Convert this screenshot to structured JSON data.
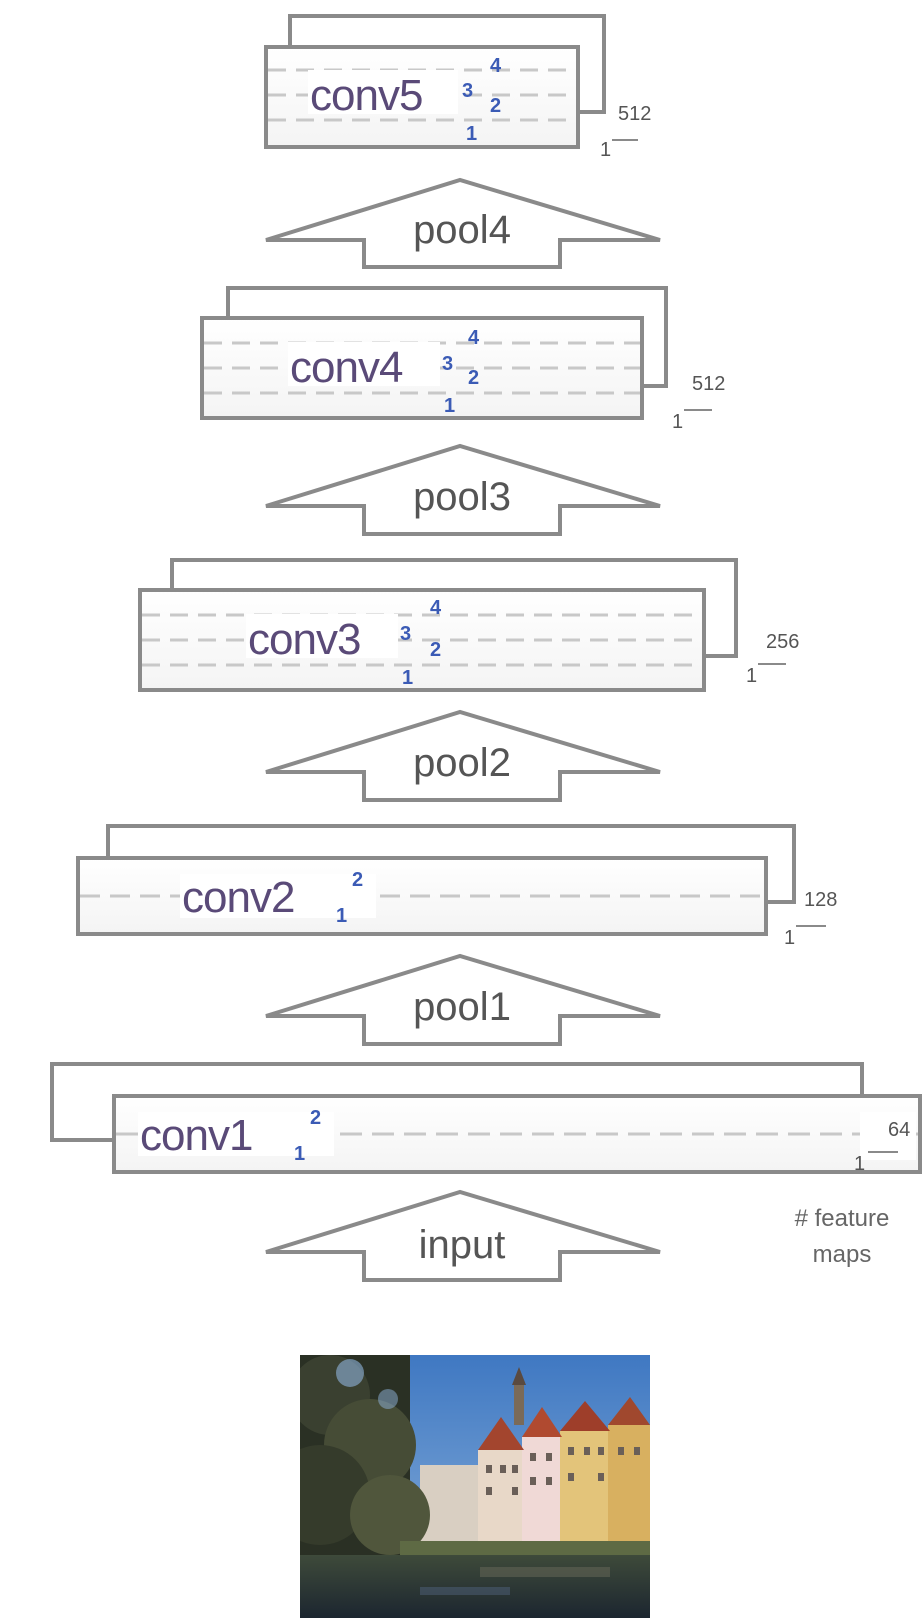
{
  "layers": [
    {
      "name": "conv5",
      "indices": [
        "1",
        "2",
        "3",
        "4"
      ],
      "size": "512",
      "size_prefix": "1"
    },
    {
      "name": "pool4"
    },
    {
      "name": "conv4",
      "indices": [
        "1",
        "2",
        "3",
        "4"
      ],
      "size": "512",
      "size_prefix": "1"
    },
    {
      "name": "pool3"
    },
    {
      "name": "conv3",
      "indices": [
        "1",
        "2",
        "3",
        "4"
      ],
      "size": "256",
      "size_prefix": "1"
    },
    {
      "name": "pool2"
    },
    {
      "name": "conv2",
      "indices": [
        "1",
        "2"
      ],
      "size": "128",
      "size_prefix": "1"
    },
    {
      "name": "pool1"
    },
    {
      "name": "conv1",
      "indices": [
        "1",
        "2"
      ],
      "size": "64",
      "size_prefix": "1"
    },
    {
      "name": "input"
    }
  ],
  "feature_maps_label_line1": "# feature",
  "feature_maps_label_line2": "maps",
  "colors": {
    "stroke": "#8a8a8a",
    "conv_text": "#5a4a78",
    "index_text": "#3b5bb5"
  },
  "photo_icon": "input-photo-riverside-town"
}
